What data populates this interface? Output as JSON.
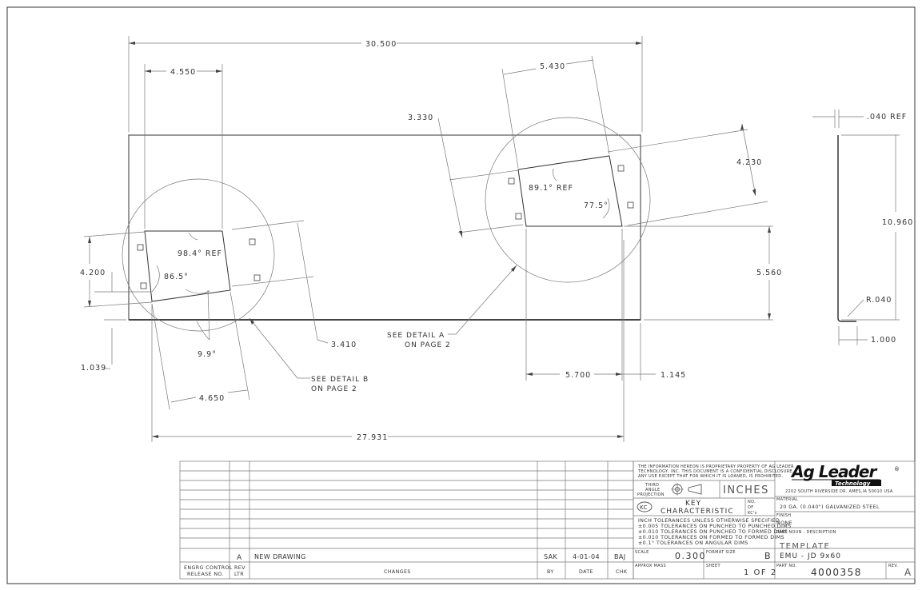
{
  "dimensions": {
    "overall_width": "30.500",
    "left_offset": "4.550",
    "right_offset": "5.430",
    "right_cut_height": "3.330",
    "right_cut_depth": "4.230",
    "side_height": "10.960",
    "thickness_ref": ".040 REF",
    "left_cut_height": "4.200",
    "left_cut_width": "4.650",
    "left_cut_offset": "3.410",
    "left_bottom_offset": "1.039",
    "right_bottom_height": "5.560",
    "right_bottom_width": "5.700",
    "right_end": "1.145",
    "overall_base": "27.931",
    "side_radius": "R.040",
    "side_width": "1.000"
  },
  "angles": {
    "left_top": "98.4° REF",
    "left_bottom": "86.5°",
    "left_tilt": "9.9°",
    "right_top": "89.1° REF",
    "right_bottom": "77.5°"
  },
  "callouts": {
    "detail_a_1": "SEE DETAIL  A",
    "detail_a_2": "ON PAGE 2",
    "detail_b_1": "SEE DETAIL  B",
    "detail_b_2": "ON PAGE 2"
  },
  "revision_table": {
    "row": {
      "rev": "A",
      "change": "NEW DRAWING",
      "by": "SAK",
      "date": "4-01-04",
      "chk": "BAJ"
    },
    "headers": {
      "release_1": "ENGRG CONTROL",
      "release_2": "RELEASE NO.",
      "rev_1": "REV",
      "rev_2": "LTR",
      "changes": "CHANGES",
      "by": "BY",
      "date": "DATE",
      "chk": "CHK"
    }
  },
  "title_block": {
    "proprietary": [
      "THE INFORMATION HEREON IS PROPRIETARY PROPERTY OF AG LEADER",
      "TECHNOLOGY, INC. THIS DOCUMENT IS A CONFIDENTIAL DISCLOSURE.",
      "ANY USE EXCEPT THAT FOR WHICH IT IS LOANED, IS PROHIBITED."
    ],
    "projection": [
      "THIRD",
      "ANGLE",
      "PROJECTION"
    ],
    "units": "INCHES",
    "kc_badge": "KC",
    "key_1": "KEY",
    "key_2": "CHARACTERISTIC",
    "kc_note": [
      "NO.",
      "OF",
      "KC's"
    ],
    "tolerances": [
      "INCH TOLERANCES UNLESS OTHERWISE SPECIFIED",
      "±0.005 TOLERANCES ON PUNCHED TO PUNCHED DIMS",
      "±0.010 TOLERANCES ON PUNCHED TO FORMED DIMS",
      "±0.010 TOLERANCES ON FORMED TO FORMED DIMS",
      "±0.1° TOLERANCES ON ANGULAR DIMS"
    ],
    "scale_label": "SCALE",
    "scale_value": "0.300",
    "format_label": "FORMAT SIZE",
    "format_value": "B",
    "mass_label": "APPROX MASS",
    "sheet_label": "SHEET",
    "sheet_value": "1 OF 2",
    "company_logo": "Ag Leader",
    "company_sub": "Technology",
    "address": "2202 SOUTH RIVERSIDE DR.    AMES,IA 50010 USA",
    "material_label": "MATERIAL",
    "material_value": "20 GA. (0.040\") GALVANIZED STEEL",
    "finish_label": "FINISH",
    "finish_value": "NONE",
    "part_desc_label": "PART NOUN - DESCRIPTION",
    "part_desc_1": "TEMPLATE",
    "part_desc_2": "EMU - JD 9x60",
    "part_no_label": "PART NO.",
    "part_no_value": "4000358",
    "rev_label": "REV.",
    "rev_value": "A"
  }
}
